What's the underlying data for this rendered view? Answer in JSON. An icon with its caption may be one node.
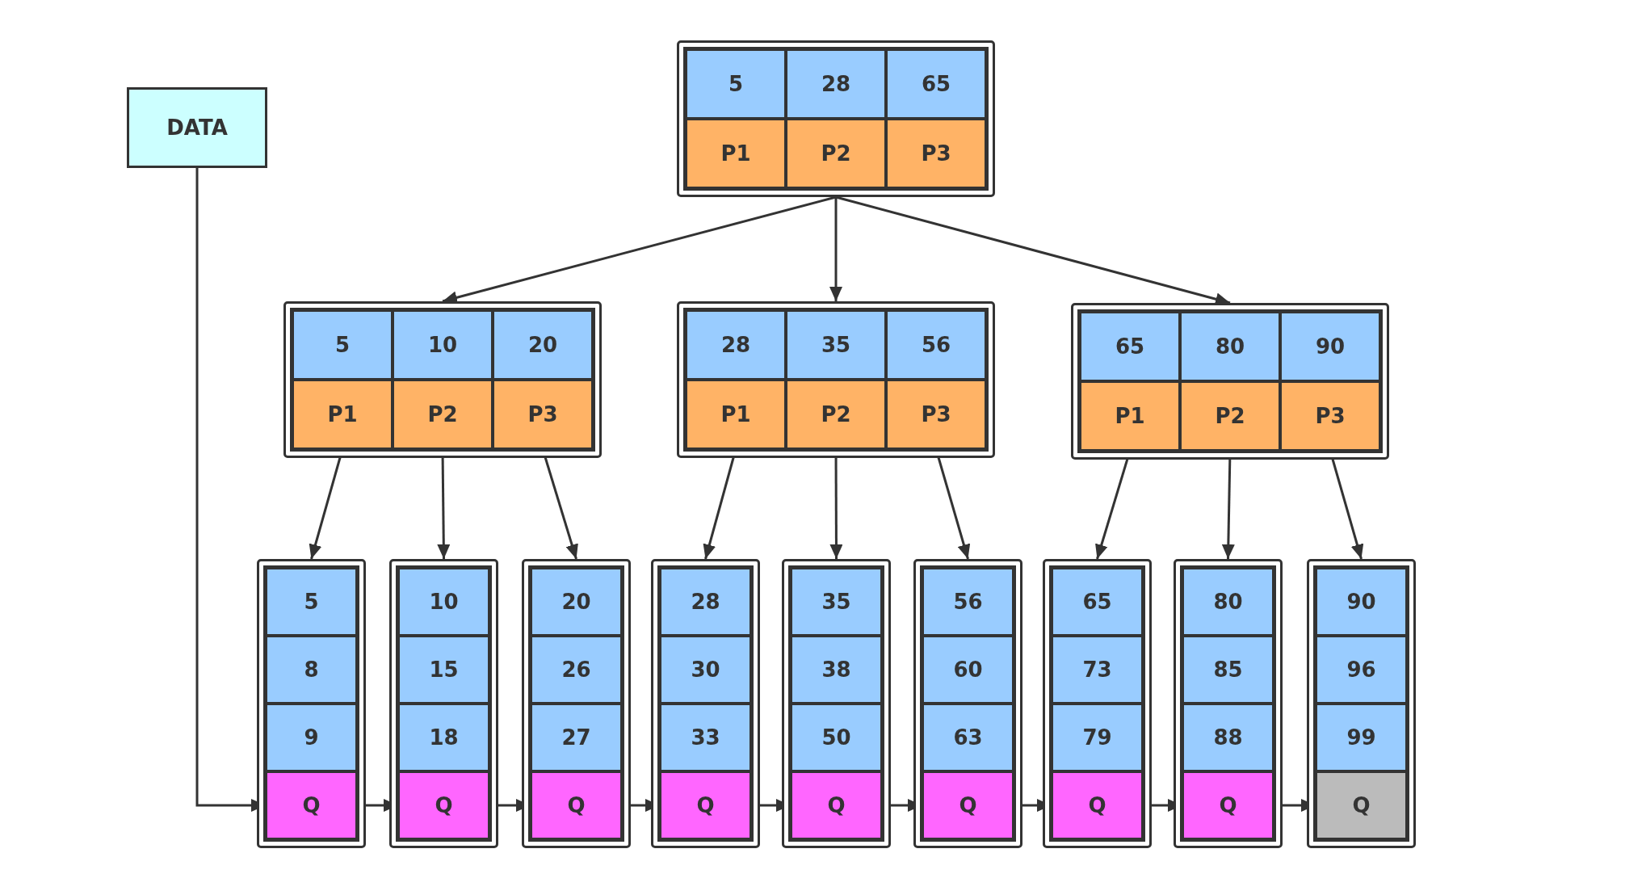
{
  "diagram": {
    "nodes": [
      {
        "text": [
          "DATA"
        ]
      },
      {
        "text": [],
        "shape": "box"
      },
      {
        "text": [
          "5"
        ],
        "in": 1
      },
      {
        "text": [
          "28"
        ],
        "in": 1
      },
      {
        "text": [
          "65"
        ],
        "in": 1
      },
      {
        "text": [
          "P1"
        ],
        "in": 1
      },
      {
        "text": [
          "P2"
        ],
        "in": 1
      },
      {
        "text": [
          "P3"
        ],
        "in": 1
      },
      {
        "text": [],
        "shape": "box"
      },
      {
        "text": [
          "5"
        ],
        "in": 8
      },
      {
        "text": [
          "10"
        ],
        "in": 8
      },
      {
        "text": [
          "20"
        ],
        "in": 8
      },
      {
        "text": [
          "P1"
        ],
        "in": 8
      },
      {
        "text": [
          "P2"
        ],
        "in": 8
      },
      {
        "text": [
          "P3"
        ],
        "in": 8
      },
      {
        "text": [],
        "shape": "box"
      },
      {
        "text": [
          "28"
        ],
        "in": 15
      },
      {
        "text": [
          "35"
        ],
        "in": 15
      },
      {
        "text": [
          "56"
        ],
        "in": 15
      },
      {
        "text": [
          "P1"
        ],
        "in": 15
      },
      {
        "text": [
          "P2"
        ],
        "in": 15
      },
      {
        "text": [
          "P3"
        ],
        "in": 15
      },
      {
        "text": [],
        "shape": "box"
      },
      {
        "text": [
          "65"
        ],
        "in": 22
      },
      {
        "text": [
          "80"
        ],
        "in": 22
      },
      {
        "text": [
          "90"
        ],
        "in": 22
      },
      {
        "text": [
          "P1"
        ],
        "in": 22
      },
      {
        "text": [
          "P2"
        ],
        "in": 22
      },
      {
        "text": [
          "P3"
        ],
        "in": 22
      },
      {
        "text": [],
        "shape": "box"
      },
      {
        "text": [
          "5"
        ],
        "in": 29
      },
      {
        "text": [
          "8"
        ],
        "in": 29
      },
      {
        "text": [
          "9"
        ],
        "in": 29
      },
      {
        "text": [
          "Q"
        ],
        "in": 29
      },
      {
        "text": [],
        "shape": "box"
      },
      {
        "text": [
          "10"
        ],
        "in": 34
      },
      {
        "text": [
          "15"
        ],
        "in": 34
      },
      {
        "text": [
          "18"
        ],
        "in": 34
      },
      {
        "text": [
          "Q"
        ],
        "in": 34
      },
      {
        "text": [],
        "shape": "box"
      },
      {
        "text": [
          "20"
        ],
        "in": 39
      },
      {
        "text": [
          "26"
        ],
        "in": 39
      },
      {
        "text": [
          "27"
        ],
        "in": 39
      },
      {
        "text": [
          "Q"
        ],
        "in": 39
      },
      {
        "text": [],
        "shape": "box"
      },
      {
        "text": [
          "28"
        ],
        "in": 44
      },
      {
        "text": [
          "30"
        ],
        "in": 44
      },
      {
        "text": [
          "33"
        ],
        "in": 44
      },
      {
        "text": [
          "Q"
        ],
        "in": 44
      },
      {
        "text": [],
        "shape": "box"
      },
      {
        "text": [
          "35"
        ],
        "in": 49
      },
      {
        "text": [
          "38"
        ],
        "in": 49
      },
      {
        "text": [
          "50"
        ],
        "in": 49
      },
      {
        "text": [
          "Q"
        ],
        "in": 49
      },
      {
        "text": [],
        "shape": "box"
      },
      {
        "text": [
          "56"
        ],
        "in": 54
      },
      {
        "text": [
          "60"
        ],
        "in": 54
      },
      {
        "text": [
          "63"
        ],
        "in": 54
      },
      {
        "text": [
          "Q"
        ],
        "in": 54
      },
      {
        "text": [],
        "shape": "box"
      },
      {
        "text": [
          "65"
        ],
        "in": 59
      },
      {
        "text": [
          "73"
        ],
        "in": 59
      },
      {
        "text": [
          "79"
        ],
        "in": 59
      },
      {
        "text": [
          "Q"
        ],
        "in": 59
      },
      {
        "text": [],
        "shape": "box"
      },
      {
        "text": [
          "80"
        ],
        "in": 64
      },
      {
        "text": [
          "85"
        ],
        "in": 64
      },
      {
        "text": [
          "88"
        ],
        "in": 64
      },
      {
        "text": [
          "Q"
        ],
        "in": 64
      },
      {
        "text": [],
        "shape": "box"
      },
      {
        "text": [
          "90"
        ],
        "in": 69
      },
      {
        "text": [
          "96"
        ],
        "in": 69
      },
      {
        "text": [
          "99"
        ],
        "in": 69
      },
      {
        "text": [
          "Q"
        ],
        "in": 69
      }
    ],
    "edges": [
      {
        "from": 1,
        "to": 8,
        "arrow": "to"
      },
      {
        "from": 1,
        "to": 15,
        "arrow": "to"
      },
      {
        "from": 1,
        "to": 22,
        "arrow": "to"
      },
      {
        "from": 12,
        "to": 29,
        "arrow": "to"
      },
      {
        "from": 13,
        "to": 34,
        "arrow": "to"
      },
      {
        "from": 14,
        "to": 39,
        "arrow": "to"
      },
      {
        "from": 19,
        "to": 44,
        "arrow": "to"
      },
      {
        "from": 20,
        "to": 49,
        "arrow": "to"
      },
      {
        "from": 21,
        "to": 54,
        "arrow": "to"
      },
      {
        "from": 26,
        "to": 59,
        "arrow": "to"
      },
      {
        "from": 27,
        "to": 64,
        "arrow": "to"
      },
      {
        "from": 28,
        "to": 69,
        "arrow": "to"
      },
      {
        "from": 33,
        "to": 38,
        "arrow": "to"
      },
      {
        "from": 38,
        "to": 43,
        "arrow": "to"
      },
      {
        "from": 43,
        "to": 48,
        "arrow": "to"
      },
      {
        "from": 48,
        "to": 53,
        "arrow": "to"
      },
      {
        "from": 53,
        "to": 58,
        "arrow": "to"
      },
      {
        "from": 58,
        "to": 63,
        "arrow": "to"
      },
      {
        "from": 63,
        "to": 68,
        "arrow": "to"
      },
      {
        "from": 68,
        "to": 73,
        "arrow": "to"
      },
      {
        "from": 0,
        "to": 33,
        "arrow": "to"
      }
    ]
  }
}
